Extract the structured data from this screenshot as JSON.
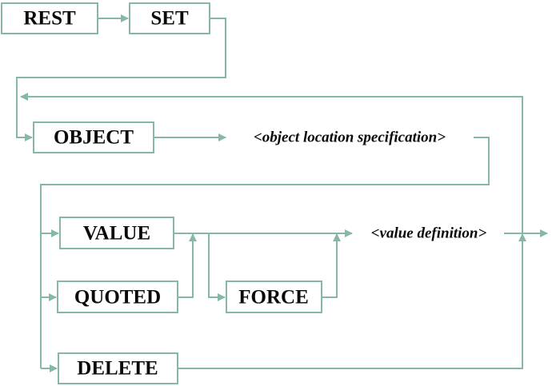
{
  "colors": {
    "line": "#86b8a8",
    "text": "#0a0a0a",
    "background": "#ffffff"
  },
  "keywords": {
    "rest": "REST",
    "set": "SET",
    "object": "OBJECT",
    "value": "VALUE",
    "quoted": "QUOTED",
    "force": "FORCE",
    "delete": "DELETE"
  },
  "parameters": {
    "object_location": "<object location specification>",
    "value_definition": "<value definition>"
  }
}
